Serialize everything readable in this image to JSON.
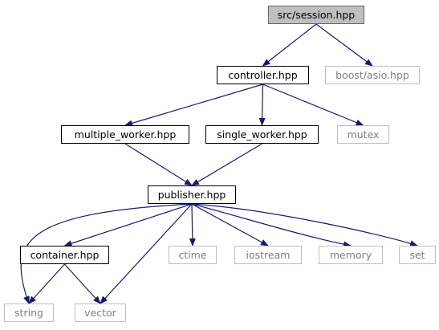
{
  "diagram": {
    "colors": {
      "edge": "#191970",
      "root_fill": "#bfbfbf",
      "external_text": "#7f7f7f",
      "external_border": "#bfbfbf"
    },
    "nodes": [
      {
        "id": "session",
        "label": "src/session.hpp",
        "kind": "root"
      },
      {
        "id": "controller",
        "label": "controller.hpp",
        "kind": "project"
      },
      {
        "id": "boost_asio",
        "label": "boost/asio.hpp",
        "kind": "external"
      },
      {
        "id": "multiple_worker",
        "label": "multiple_worker.hpp",
        "kind": "project"
      },
      {
        "id": "single_worker",
        "label": "single_worker.hpp",
        "kind": "project"
      },
      {
        "id": "mutex",
        "label": "mutex",
        "kind": "external"
      },
      {
        "id": "publisher",
        "label": "publisher.hpp",
        "kind": "project"
      },
      {
        "id": "container",
        "label": "container.hpp",
        "kind": "project"
      },
      {
        "id": "ctime",
        "label": "ctime",
        "kind": "external"
      },
      {
        "id": "iostream",
        "label": "iostream",
        "kind": "external"
      },
      {
        "id": "memory",
        "label": "memory",
        "kind": "external"
      },
      {
        "id": "set",
        "label": "set",
        "kind": "external"
      },
      {
        "id": "string",
        "label": "string",
        "kind": "external"
      },
      {
        "id": "vector",
        "label": "vector",
        "kind": "external"
      }
    ],
    "edges": [
      {
        "from": "session",
        "to": "controller"
      },
      {
        "from": "session",
        "to": "boost_asio"
      },
      {
        "from": "controller",
        "to": "multiple_worker"
      },
      {
        "from": "controller",
        "to": "single_worker"
      },
      {
        "from": "controller",
        "to": "mutex"
      },
      {
        "from": "multiple_worker",
        "to": "publisher"
      },
      {
        "from": "single_worker",
        "to": "publisher"
      },
      {
        "from": "publisher",
        "to": "container"
      },
      {
        "from": "publisher",
        "to": "ctime"
      },
      {
        "from": "publisher",
        "to": "iostream"
      },
      {
        "from": "publisher",
        "to": "memory"
      },
      {
        "from": "publisher",
        "to": "set"
      },
      {
        "from": "publisher",
        "to": "string"
      },
      {
        "from": "publisher",
        "to": "vector"
      },
      {
        "from": "container",
        "to": "string"
      },
      {
        "from": "container",
        "to": "vector"
      }
    ]
  }
}
